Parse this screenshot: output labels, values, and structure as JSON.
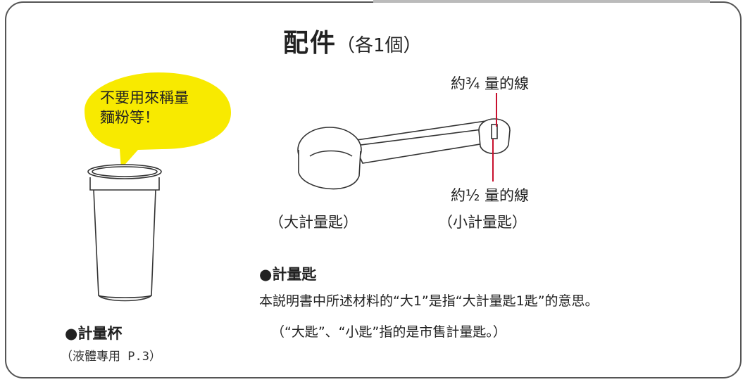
{
  "title": {
    "main": "配件",
    "sub": "（各1個）"
  },
  "bubble": {
    "line1": "不要用來稱量",
    "line2": "麵粉等！"
  },
  "labels": {
    "three_quarter_line": "約¾ 量的線",
    "half_line": "約½ 量的線",
    "large_spoon": "（大計量匙）",
    "small_spoon": "（小計量匙）"
  },
  "spoon_section": {
    "heading": "●計量匙",
    "description": "本説明書中所述材料的“大1”是指“大計量匙1匙”的意思。",
    "note": "（“大匙”、“小匙”指的是市售計量匙。）"
  },
  "cup_section": {
    "heading": "●計量杯",
    "note": "（液體專用 P.3）"
  },
  "colors": {
    "bubble": "#f8ea00",
    "marker_line": "#c8102e",
    "frame": "#555555"
  }
}
